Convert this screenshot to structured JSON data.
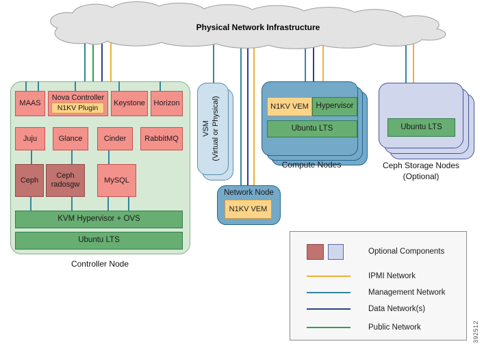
{
  "cloud": {
    "label": "Physical Network Infrastructure"
  },
  "controller": {
    "label": "Controller Node",
    "components": {
      "maas": "MAAS",
      "nova": "Nova Controller",
      "n1kv_plugin": "N1KV Plugin",
      "keystone": "Keystone",
      "horizon": "Horizon",
      "juju": "Juju",
      "glance": "Glance",
      "cinder": "Cinder",
      "rabbitmq": "RabbitMQ",
      "ceph": "Ceph",
      "ceph_radosgw": "Ceph radosgw",
      "mysql": "MySQL",
      "kvm": "KVM Hypervisor + OVS",
      "ubuntu": "Ubuntu LTS"
    }
  },
  "vsm": {
    "line1": "VSM",
    "line2": "(Virtual or Physical)"
  },
  "network_node": {
    "label": "Network Node",
    "vem": "N1KV VEM"
  },
  "compute": {
    "label": "Compute Nodes",
    "vem": "N1KV VEM",
    "hypervisor": "Hypervisor",
    "ubuntu": "Ubuntu LTS"
  },
  "ceph_storage": {
    "label_line1": "Ceph Storage Nodes",
    "label_line2": "(Optional)",
    "ubuntu": "Ubuntu LTS"
  },
  "legend": {
    "optional_label": "Optional Components",
    "items": [
      {
        "label": "IPMI Network",
        "color": "#F2AE30"
      },
      {
        "label": "Management Network",
        "color": "#31859C"
      },
      {
        "label": "Data Network(s)",
        "color": "#2C3F8A"
      },
      {
        "label": "Public Network",
        "color": "#2FA04C"
      }
    ]
  },
  "figure_number": "392512",
  "colors": {
    "cloud_fill": "#E3E3E3",
    "controller_fill": "#D6E9D5",
    "component_pink": "#F3918B",
    "optional_mauve": "#C0736F",
    "n1kv_yellow": "#FCD488",
    "os_green": "#68AE72",
    "vsm_blue": "#CCE0EE",
    "node_blue": "#74A9C8",
    "storage_lavender": "#D0D6EC",
    "ipmi_orange": "#F2AE30",
    "management_teal": "#31859C",
    "data_navy": "#2C3F8A",
    "public_green": "#2FA04C"
  }
}
